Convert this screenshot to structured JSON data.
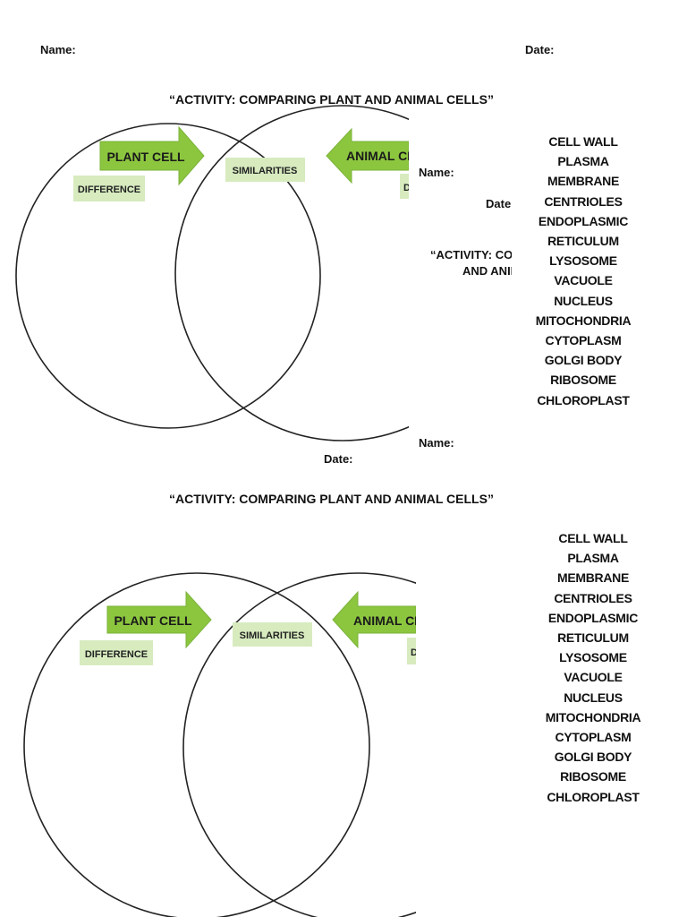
{
  "header": {
    "name_label": "Name:",
    "date_label": "Date:"
  },
  "sheet1": {
    "title": "“ACTIVITY: COMPARING PLANT AND ANIMAL CELLS”",
    "plant_arrow": "PLANT CELL",
    "animal_arrow": "ANIMAL CELL",
    "difference": "DIFFERENCE",
    "similarities": "SIMILARITIES",
    "right_difference_partial": "D",
    "overlay_name": "Name:",
    "overlay_date": "Date:",
    "overlay_title_line1": "“ACTIVITY: COMPARING PLANT",
    "overlay_title_line2": "AND ANIMAL CELLS”",
    "bottom_name": "Name:",
    "bottom_date": "Date:"
  },
  "word_list": [
    "CELL WALL",
    "PLASMA",
    "MEMBRANE",
    "CENTRIOLES",
    "ENDOPLASMIC",
    "RETICULUM",
    "LYSOSOME",
    "VACUOLE",
    "NUCLEUS",
    "MITOCHONDRIA",
    "CYTOPLASM",
    "GOLGI BODY",
    "RIBOSOME",
    "CHLOROPLAST"
  ],
  "sheet2": {
    "title": "“ACTIVITY: COMPARING PLANT AND ANIMAL CELLS”",
    "plant_arrow": "PLANT CELL",
    "animal_arrow": "ANIMAL CELL",
    "difference": "DIFFERENCE",
    "similarities": "SIMILARITIES",
    "right_difference_partial": "D"
  },
  "colors": {
    "arrow_green": "#8cc63f",
    "label_green": "#d7ebbf",
    "arrow_border": "#6fa62e"
  }
}
